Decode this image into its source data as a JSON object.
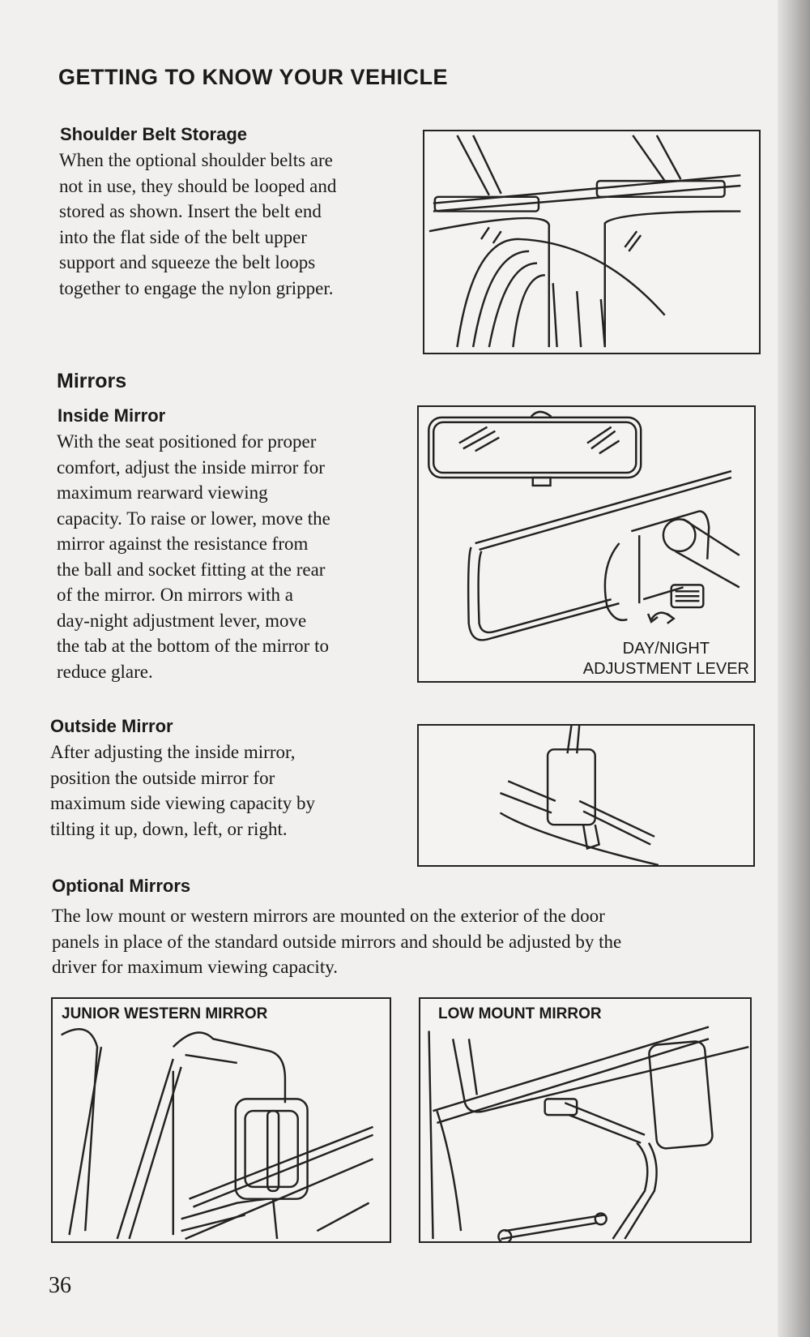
{
  "page_title": "GETTING TO KNOW YOUR VEHICLE",
  "sections": {
    "shoulder_belt": {
      "heading": "Shoulder Belt Storage",
      "lines": [
        "When the optional shoulder belts are",
        "not in use, they should be looped and",
        "stored as shown. Insert the belt end",
        "into the flat side of the belt upper",
        "support and squeeze the belt loops",
        "together to engage the nylon gripper."
      ]
    },
    "mirrors": {
      "heading": "Mirrors"
    },
    "inside_mirror": {
      "heading": "Inside Mirror",
      "lines": [
        "With the seat positioned for proper",
        "comfort, adjust the inside mirror for",
        "maximum rearward viewing",
        "capacity. To raise or lower, move the",
        "mirror against the resistance from",
        "the ball and socket fitting at the rear",
        "of the mirror. On mirrors with a",
        "day-night adjustment lever, move",
        "the tab at the bottom of the mirror to",
        "reduce glare."
      ],
      "callout": [
        "DAY/NIGHT",
        "ADJUSTMENT LEVER"
      ]
    },
    "outside_mirror": {
      "heading": "Outside Mirror",
      "lines": [
        "After adjusting the inside mirror,",
        "position the outside mirror for",
        "maximum side viewing capacity by",
        "tilting it up, down, left, or right."
      ]
    },
    "optional_mirrors": {
      "heading": "Optional Mirrors",
      "lines": [
        "The low mount or western mirrors are mounted on the exterior of the door",
        "panels in place of the standard outside mirrors and should be adjusted by the",
        "driver for maximum viewing capacity."
      ]
    }
  },
  "figures": {
    "junior_western": "JUNIOR WESTERN MIRROR",
    "low_mount": "LOW MOUNT MIRROR"
  },
  "page_number": "36"
}
